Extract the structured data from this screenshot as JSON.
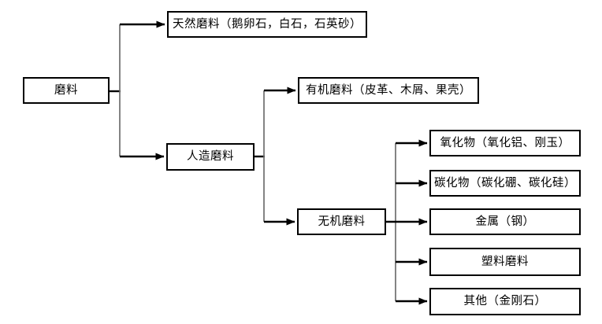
{
  "diagram": {
    "type": "flowchart",
    "direction": "left-to-right",
    "nodes": {
      "root": {
        "label": "磨料"
      },
      "natural": {
        "label": "天然磨料（鹅卵石，白石，石英砂）"
      },
      "artificial": {
        "label": "人造磨料"
      },
      "organic": {
        "label": "有机磨料（皮革、木屑、果壳）"
      },
      "inorganic": {
        "label": "无机磨料"
      },
      "oxide": {
        "label": "氧化物（氧化铝、刚玉）"
      },
      "carbide": {
        "label": "碳化物（碳化硼、碳化硅）"
      },
      "metal": {
        "label": "金属（钢）"
      },
      "plastic": {
        "label": "塑料磨料"
      },
      "other": {
        "label": "其他（金刚石）"
      }
    },
    "edges": [
      {
        "from": "root",
        "to": "natural"
      },
      {
        "from": "root",
        "to": "artificial"
      },
      {
        "from": "artificial",
        "to": "organic"
      },
      {
        "from": "artificial",
        "to": "inorganic"
      },
      {
        "from": "inorganic",
        "to": "oxide"
      },
      {
        "from": "inorganic",
        "to": "carbide"
      },
      {
        "from": "inorganic",
        "to": "metal"
      },
      {
        "from": "inorganic",
        "to": "plastic"
      },
      {
        "from": "inorganic",
        "to": "other"
      }
    ],
    "colors": {
      "background": "#ffffff",
      "box_background": "#ffffff",
      "box_border": "#000000",
      "arrow_line": "#000000",
      "vertical_line": "#6e6e6e",
      "text": "#000000"
    }
  }
}
